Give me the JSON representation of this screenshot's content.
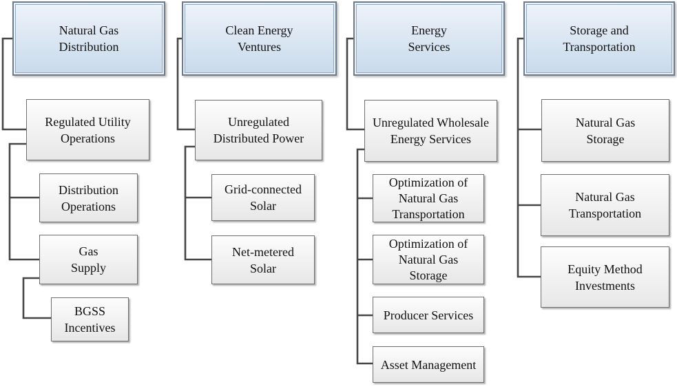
{
  "colors": {
    "connector": "#454545",
    "header_border": "#6d7a8a",
    "header_inner_border": "#93a8bd",
    "header_light_ring": "#e9f0f8",
    "header_fill_top": "#eef3fa",
    "header_fill_bottom": "#c8daeb",
    "node_border": "#6e6e6e",
    "node_fill_top": "#fdfdfd",
    "node_fill_bottom": "#e7e7e7",
    "text": "#101010"
  },
  "columns": [
    {
      "header": {
        "label": "Natural Gas Distribution",
        "lines": [
          "Natural Gas",
          "Distribution"
        ]
      },
      "nodes": [
        {
          "label": "Regulated Utility Operations",
          "lines": [
            "Regulated Utility",
            "Operations"
          ]
        },
        {
          "label": "Distribution Operations",
          "lines": [
            "Distribution",
            "Operations"
          ]
        },
        {
          "label": "Gas Supply",
          "lines": [
            "Gas",
            "Supply"
          ]
        },
        {
          "label": "BGSS Incentives",
          "lines": [
            "BGSS",
            "Incentives"
          ]
        }
      ]
    },
    {
      "header": {
        "label": "Clean Energy Ventures",
        "lines": [
          "Clean Energy",
          "Ventures"
        ]
      },
      "nodes": [
        {
          "label": "Unregulated Distributed Power",
          "lines": [
            "Unregulated",
            "Distributed Power"
          ]
        },
        {
          "label": "Grid-connected Solar",
          "lines": [
            "Grid-connected",
            "Solar"
          ]
        },
        {
          "label": "Net-metered Solar",
          "lines": [
            "Net-metered",
            "Solar"
          ]
        }
      ]
    },
    {
      "header": {
        "label": "Energy Services",
        "lines": [
          "Energy",
          "Services"
        ]
      },
      "nodes": [
        {
          "label": "Unregulated Wholesale Energy Services",
          "lines": [
            "Unregulated Wholesale",
            "Energy Services"
          ]
        },
        {
          "label": "Optimization of Natural Gas Transportation",
          "lines": [
            "Optimization of",
            "Natural Gas",
            "Transportation"
          ]
        },
        {
          "label": "Optimization of Natural Gas Storage",
          "lines": [
            "Optimization of",
            "Natural Gas",
            "Storage"
          ]
        },
        {
          "label": "Producer Services",
          "lines": [
            "Producer Services"
          ]
        },
        {
          "label": "Asset Management",
          "lines": [
            "Asset Management"
          ]
        }
      ]
    },
    {
      "header": {
        "label": "Storage and Transportation",
        "lines": [
          "Storage and",
          "Transportation"
        ]
      },
      "nodes": [
        {
          "label": "Natural Gas Storage",
          "lines": [
            "Natural Gas",
            "Storage"
          ]
        },
        {
          "label": "Natural Gas Transportation",
          "lines": [
            "Natural Gas",
            "Transportation"
          ]
        },
        {
          "label": "Equity Method Investments",
          "lines": [
            "Equity Method",
            "Investments"
          ]
        }
      ]
    }
  ]
}
